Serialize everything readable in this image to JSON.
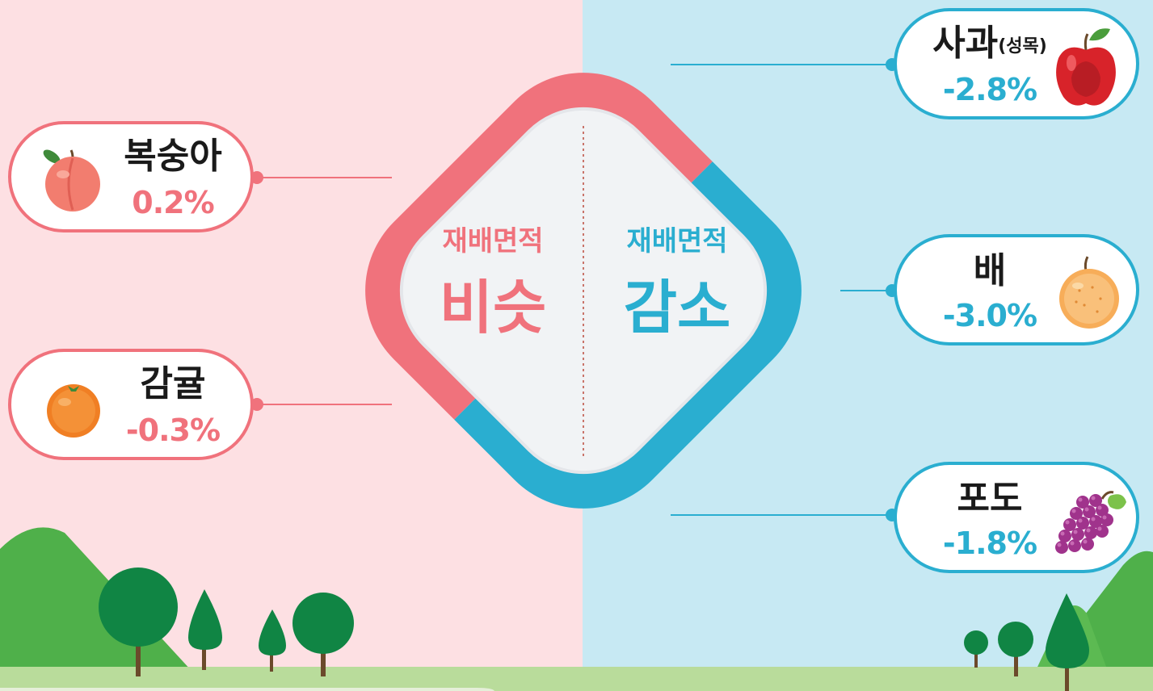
{
  "center": {
    "left": {
      "label": "재배면적",
      "value": "비슷"
    },
    "right": {
      "label": "재배면적",
      "value": "감소"
    }
  },
  "fruits": [
    {
      "name": "복숭아",
      "change": "0.2%",
      "side": "left"
    },
    {
      "name": "감귤",
      "change": "-0.3%",
      "side": "left"
    },
    {
      "name": "사과",
      "name_sub": "(성목)",
      "change": "-2.8%",
      "side": "right"
    },
    {
      "name": "배",
      "change": "-3.0%",
      "side": "right"
    },
    {
      "name": "포도",
      "change": "-1.8%",
      "side": "right"
    }
  ],
  "colors": {
    "left_bg": "#fde0e3",
    "right_bg": "#c7e9f3",
    "left_accent": "#f0727c",
    "right_accent": "#2aaed0",
    "center_fill": "#f1f3f5"
  },
  "icons": {
    "peach": "peach-icon",
    "tangerine": "tangerine-icon",
    "apple": "apple-icon",
    "pear": "pear-icon",
    "grape": "grape-icon"
  }
}
